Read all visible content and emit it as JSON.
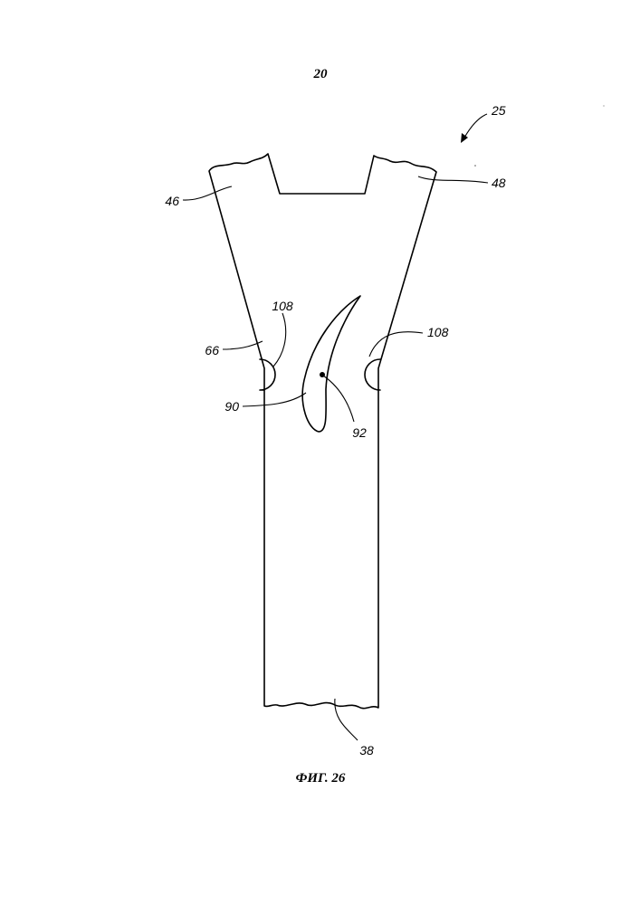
{
  "sheet": {
    "page_number": "20",
    "figure_caption": "ФИГ. 26"
  },
  "reference_numerals": {
    "assembly": "25",
    "left_wing": "46",
    "right_wing": "48",
    "transition_region": "66",
    "left_notch": "108",
    "right_notch": "108",
    "slot_opening": "90",
    "pivot_point": "92",
    "shaft": "38"
  }
}
